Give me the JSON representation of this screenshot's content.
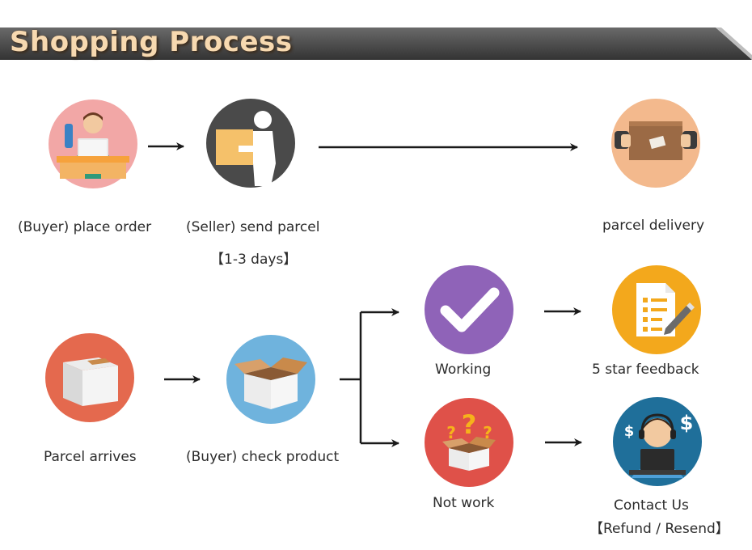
{
  "header": {
    "title": "Shopping Process"
  },
  "steps": {
    "place_order": {
      "label": "(Buyer) place order"
    },
    "send_parcel": {
      "label": "(Seller) send parcel",
      "note": "【1-3 days】"
    },
    "parcel_delivery": {
      "label": "parcel delivery"
    },
    "parcel_arrives": {
      "label": "Parcel arrives"
    },
    "check_product": {
      "label": "(Buyer) check product"
    },
    "working": {
      "label": "Working"
    },
    "not_work": {
      "label": "Not work"
    },
    "feedback": {
      "label": "5 star feedback"
    },
    "contact": {
      "label": "Contact Us",
      "note": "【Refund / Resend】"
    }
  },
  "icons": {
    "place_order": "buyer-at-laptop-icon",
    "send_parcel": "person-carrying-box-icon",
    "parcel_delivery": "hands-holding-parcel-icon",
    "parcel_arrives": "closed-box-icon",
    "check_product": "open-box-icon",
    "working": "checkmark-icon",
    "not_work": "question-box-icon",
    "feedback": "checklist-icon",
    "contact": "support-agent-icon"
  },
  "colors": {
    "place_order": "#f2a7a6",
    "send_parcel": "#4a4a4a",
    "parcel_delivery": "#f3b98d",
    "parcel_arrives": "#e4694e",
    "check_product": "#6fb3dd",
    "working": "#8f63b8",
    "not_work": "#df5149",
    "feedback": "#f3a81c",
    "contact": "#1f6f9a",
    "banner": "#4d4d4d",
    "banner_title": "#f7d9b0"
  }
}
